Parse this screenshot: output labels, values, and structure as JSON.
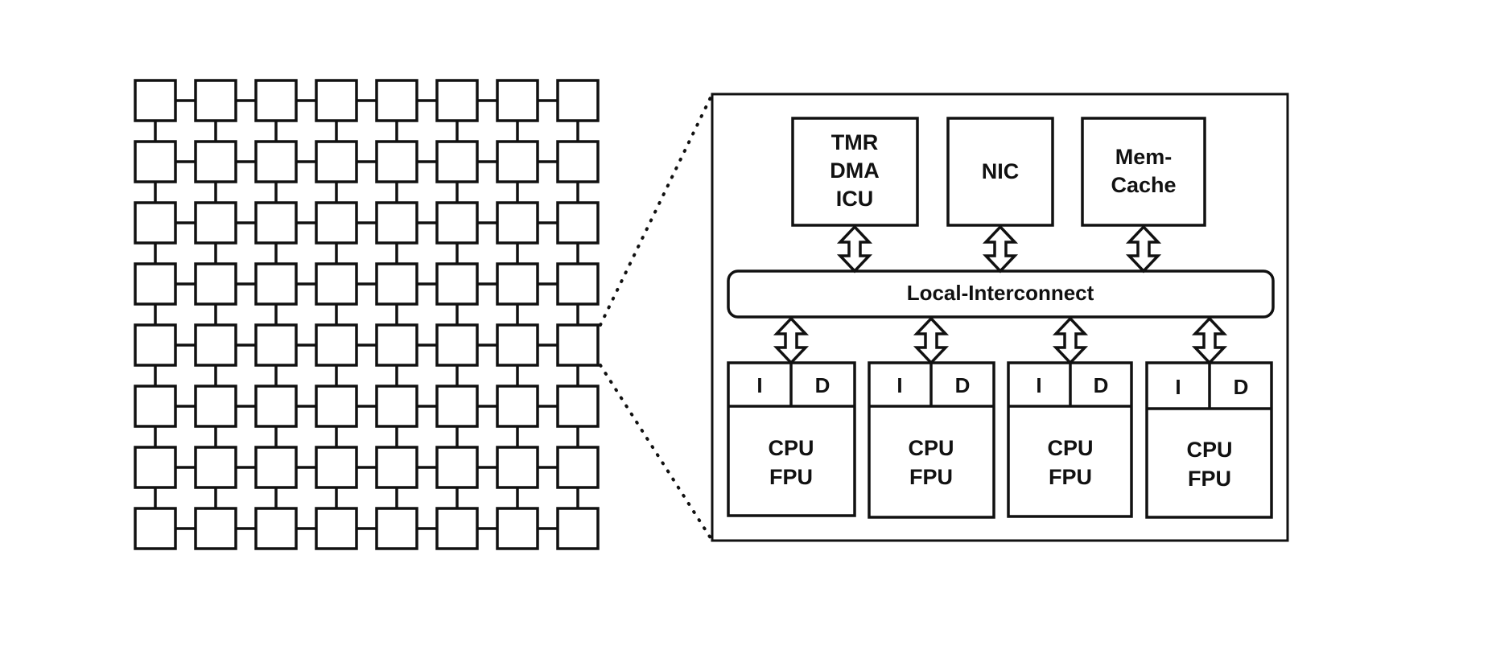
{
  "mesh": {
    "rows": 8,
    "cols": 8,
    "zoom_tile": {
      "row": 4,
      "col": 7
    }
  },
  "tile": {
    "top_blocks": [
      {
        "id": "tmr",
        "lines": [
          "TMR",
          "DMA",
          "ICU"
        ]
      },
      {
        "id": "nic",
        "lines": [
          "NIC"
        ]
      },
      {
        "id": "memcache",
        "lines": [
          "Mem-",
          "Cache"
        ]
      }
    ],
    "interconnect_label": "Local-Interconnect",
    "cores": [
      {
        "i_label": "I",
        "d_label": "D",
        "lines": [
          "CPU",
          "FPU"
        ]
      },
      {
        "i_label": "I",
        "d_label": "D",
        "lines": [
          "CPU",
          "FPU"
        ]
      },
      {
        "i_label": "I",
        "d_label": "D",
        "lines": [
          "CPU",
          "FPU"
        ]
      },
      {
        "i_label": "I",
        "d_label": "D",
        "lines": [
          "CPU",
          "FPU"
        ]
      }
    ]
  },
  "colors": {
    "stroke": "#111111",
    "fill": "#ffffff"
  }
}
